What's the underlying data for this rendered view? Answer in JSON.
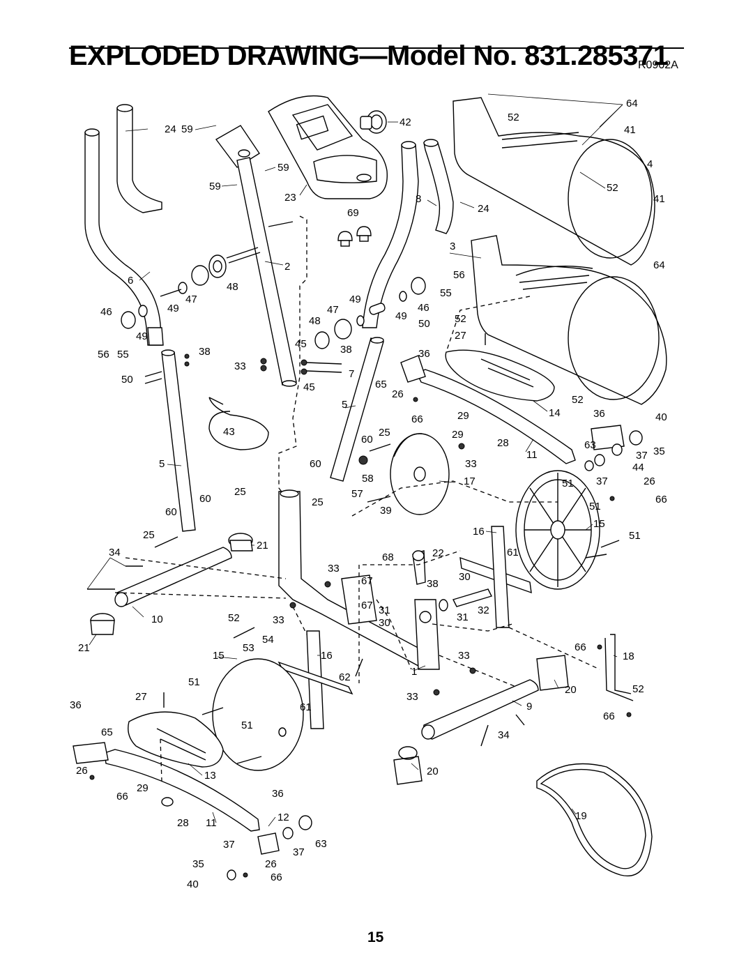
{
  "page": {
    "title": "EXPLODED DRAWING—Model No. 831.285371",
    "drawing_code": "R0902A",
    "page_number": "15"
  },
  "callouts": {
    "c1": "1",
    "c2": "2",
    "c3": "3",
    "c4": "4",
    "c5a": "5",
    "c5b": "5",
    "c6": "6",
    "c7": "7",
    "c8": "8",
    "c9": "9",
    "c10": "10",
    "c11a": "11",
    "c11b": "11",
    "c12": "12",
    "c13": "13",
    "c14": "14",
    "c15a": "15",
    "c15b": "15",
    "c16a": "16",
    "c16b": "16",
    "c17": "17",
    "c18": "18",
    "c19": "19",
    "c20a": "20",
    "c20b": "20",
    "c21a": "21",
    "c21b": "21",
    "c22": "22",
    "c23": "23",
    "c24a": "24",
    "c24b": "24",
    "c25a": "25",
    "c25b": "25",
    "c25c": "25",
    "c25d": "25",
    "c26a": "26",
    "c26b": "26",
    "c26c": "26",
    "c26d": "26",
    "c27a": "27",
    "c27b": "27",
    "c28a": "28",
    "c28b": "28",
    "c29a": "29",
    "c29b": "29",
    "c29c": "29",
    "c30a": "30",
    "c30b": "30",
    "c31a": "31",
    "c31b": "31",
    "c32": "32",
    "c33a": "33",
    "c33b": "33",
    "c33c": "33",
    "c33d": "33",
    "c33e": "33",
    "c33f": "33",
    "c34a": "34",
    "c34b": "34",
    "c35a": "35",
    "c35b": "35",
    "c36a": "36",
    "c36b": "36",
    "c36c": "36",
    "c36d": "36",
    "c37a": "37",
    "c37b": "37",
    "c37c": "37",
    "c37d": "37",
    "c38a": "38",
    "c38b": "38",
    "c38c": "38",
    "c39": "39",
    "c40a": "40",
    "c40b": "40",
    "c41a": "41",
    "c41b": "41",
    "c42": "42",
    "c43": "43",
    "c44": "44",
    "c45a": "45",
    "c45b": "45",
    "c46a": "46",
    "c46b": "46",
    "c47a": "47",
    "c47b": "47",
    "c48a": "48",
    "c48b": "48",
    "c49a": "49",
    "c49b": "49",
    "c49c": "49",
    "c49d": "49",
    "c50a": "50",
    "c50b": "50",
    "c51a": "51",
    "c51b": "51",
    "c51c": "51",
    "c51d": "51",
    "c51e": "51",
    "c52a": "52",
    "c52b": "52",
    "c52c": "52",
    "c52d": "52",
    "c52e": "52",
    "c52f": "52",
    "c53": "53",
    "c54": "54",
    "c55a": "55",
    "c55b": "55",
    "c56a": "56",
    "c56b": "56",
    "c57": "57",
    "c58": "58",
    "c59a": "59",
    "c59b": "59",
    "c59c": "59",
    "c60a": "60",
    "c60b": "60",
    "c60c": "60",
    "c60d": "60",
    "c61a": "61",
    "c61b": "61",
    "c62": "62",
    "c63a": "63",
    "c63b": "63",
    "c64a": "64",
    "c64b": "64",
    "c65a": "65",
    "c65b": "65",
    "c66a": "66",
    "c66b": "66",
    "c66c": "66",
    "c66d": "66",
    "c66e": "66",
    "c66f": "66",
    "c67a": "67",
    "c67b": "67",
    "c68": "68",
    "c69": "69"
  }
}
